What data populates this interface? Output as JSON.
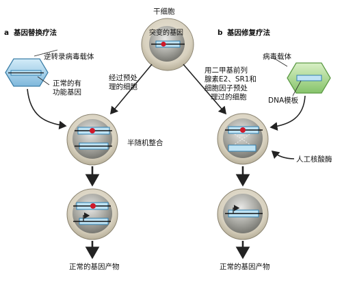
{
  "title_top": "干细胞",
  "mutant_gene": "突变的基因",
  "panel_a": {
    "label_letter": "a",
    "label_text": "基因替换疗法",
    "vector_label": "逆转录病毒载体",
    "normal_gene_label_line1": "正常的有",
    "normal_gene_label_line2": "功能基因",
    "processed_cell_line1": "经过预处",
    "processed_cell_line2": "理的细胞",
    "integration_label": "半随机整合",
    "product_label": "正常的基因产物"
  },
  "panel_b": {
    "label_letter": "b",
    "label_text": "基因修复疗法",
    "vector_label": "病毒载体",
    "template_label": "DNA模板",
    "treatment_line1": "用二甲基前列",
    "treatment_line2": "腺素E2、SR1和",
    "treatment_line3": "细胞因子预处",
    "treatment_line4": "理过的细胞",
    "nuclease_label": "人工核酸酶",
    "product_label": "正常的基因产物"
  },
  "colors": {
    "cell_outer": "#d6d0c0",
    "cell_inner": "#8e8e86",
    "gene_fill": "#bfe3f4",
    "gene_stroke": "#2f7fb0",
    "mutation": "#d0182a",
    "retro_vector": "#a6cfe6",
    "viral_vector": "#a9d58a"
  }
}
